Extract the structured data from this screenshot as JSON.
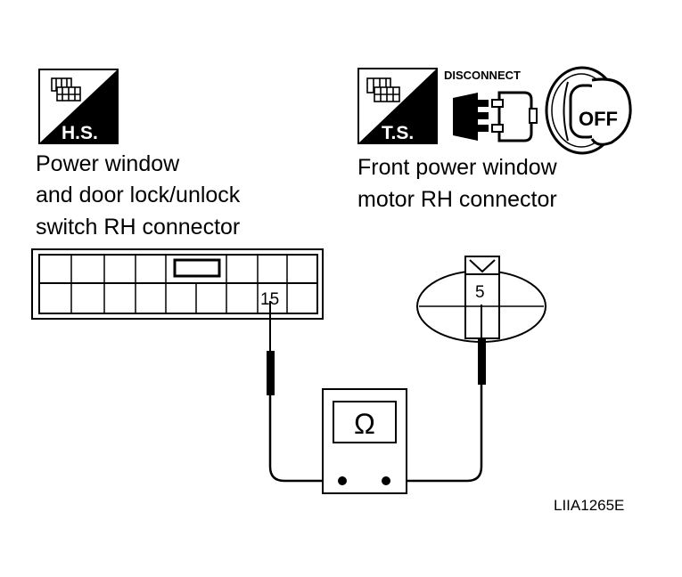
{
  "colors": {
    "ink": "#000000",
    "paper": "#ffffff"
  },
  "harness_side": {
    "badge": "H.S.",
    "icon": "harness-connector-icon",
    "connector_label_lines": [
      "Power window",
      "and door lock/unlock",
      "switch RH connector"
    ],
    "terminal": "15"
  },
  "terminal_side": {
    "badge": "T.S.",
    "icon": "terminal-connector-icon",
    "disconnect_label": "DISCONNECT",
    "ignition_label": "OFF",
    "connector_label_lines": [
      "Front power window",
      "motor RH connector"
    ],
    "terminal": "5"
  },
  "meter": {
    "symbol": "Ω",
    "icon": "ohmmeter-icon"
  },
  "figure_code": "LIIA1265E"
}
